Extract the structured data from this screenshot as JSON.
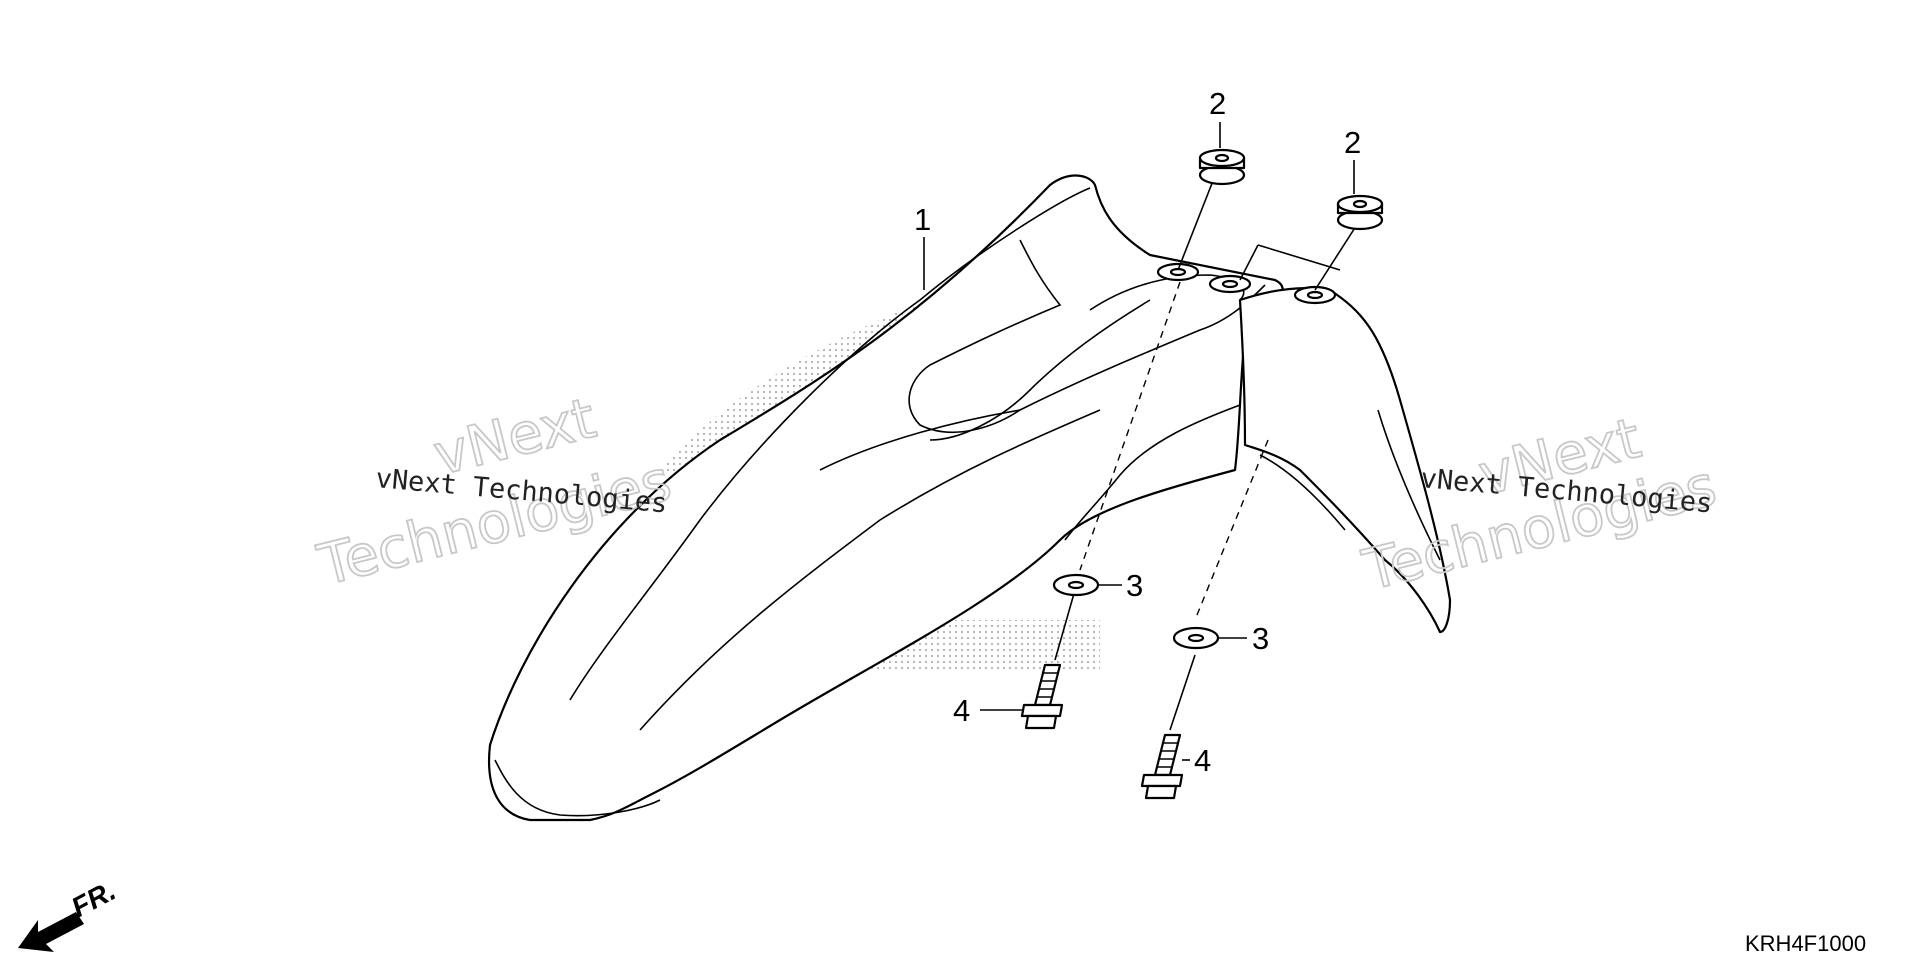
{
  "diagram": {
    "code": "KRH4F1000",
    "direction_label": "FR.",
    "watermark": {
      "line1": "vNext",
      "line2": "Technologies",
      "small": "vNext Technologies"
    },
    "callouts": [
      {
        "id": "fender",
        "number": "1"
      },
      {
        "id": "grommet-left",
        "number": "2"
      },
      {
        "id": "grommet-right",
        "number": "2"
      },
      {
        "id": "washer-left",
        "number": "3"
      },
      {
        "id": "washer-right",
        "number": "3"
      },
      {
        "id": "bolt-left",
        "number": "4"
      },
      {
        "id": "bolt-right",
        "number": "4"
      }
    ]
  }
}
